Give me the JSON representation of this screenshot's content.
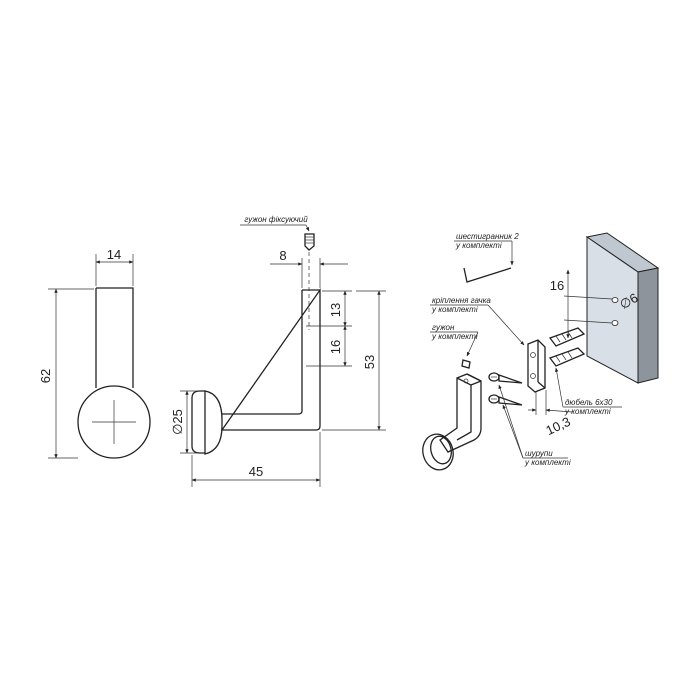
{
  "front_view": {
    "width_label": "14",
    "height_label": "62"
  },
  "side_view": {
    "screw_label": "гужон фіксуючий",
    "offset_label": "8",
    "dim_13": "13",
    "dim_16": "16",
    "height_label": "53",
    "diameter_label": "∅25",
    "length_label": "45"
  },
  "assembly": {
    "hex_key_label_1": "шестигранник 2",
    "hex_key_label_2": "у комплекті",
    "bracket_label_1": "кріплення гачка",
    "bracket_label_2": "у комплекті",
    "screw_label_1": "гужон",
    "screw_label_2": "у комплекті",
    "wall_dim_16": "16",
    "wall_hole_label": "∅6",
    "dowel_label_1": "дюбель 6х30",
    "dowel_label_2": "у комплекті",
    "screws_label_1": "шурупи",
    "screws_label_2": "у комплекті",
    "bracket_offset_label": "10,3"
  },
  "colors": {
    "line": "#222222",
    "wall_face": "#d9dfe6",
    "wall_top": "#bfc7d0",
    "wall_side": "#8d949c"
  }
}
